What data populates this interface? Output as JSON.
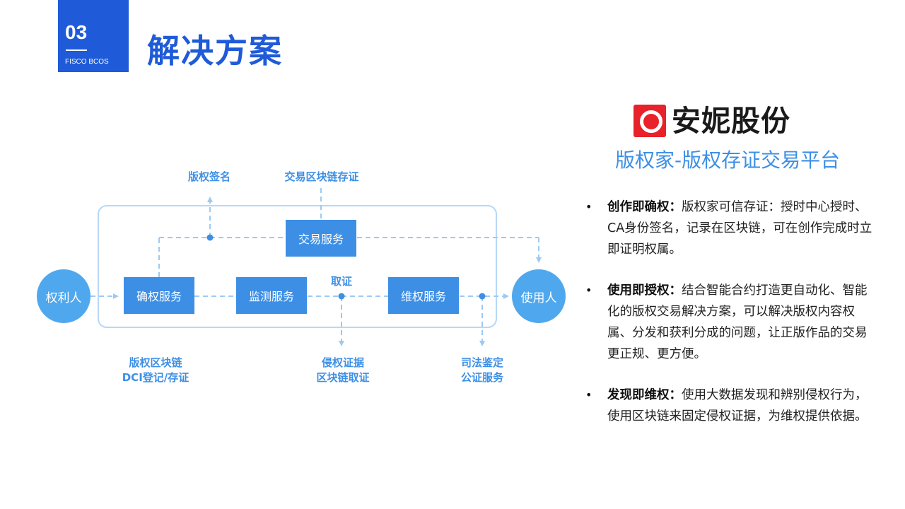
{
  "header": {
    "section_number": "03",
    "section_sub": "FISCO BCOS",
    "title": "解决方案"
  },
  "diagram": {
    "top_labels": {
      "signature": "版权签名",
      "tx_chain": "交易区块链存证"
    },
    "boxes": {
      "tx_service": "交易服务",
      "confirm_service": "确权服务",
      "monitor_service": "监测服务",
      "rights_service": "维权服务"
    },
    "nodes": {
      "owner": "权利人",
      "user": "使用人"
    },
    "mid_label": "取证",
    "bottom_labels": {
      "copyright_chain": [
        "版权区块链",
        "DCI登记/存证"
      ],
      "infringe_evidence": [
        "侵权证据",
        "区块链取证"
      ],
      "judicial": [
        "司法鉴定",
        "公证服务"
      ]
    }
  },
  "brand": {
    "logo_text": "安妮股份",
    "subtitle": "版权家-版权存证交易平台"
  },
  "bullets": [
    {
      "head": "创作即确权：",
      "body": "版权家可信存证：授时中心授时、CA身份签名，记录在区块链，可在创作完成时立即证明权属。"
    },
    {
      "head": "使用即授权：",
      "body": "结合智能合约打造更自动化、智能化的版权交易解决方案，可以解决版权内容权属、分发和获利分成的问题，让正版作品的交易更正规、更方便。"
    },
    {
      "head": "发现即维权：",
      "body": "使用大数据发现和辨别侵权行为，使用区块链来固定侵权证据，为维权提供依据。"
    }
  ],
  "colors": {
    "accent": "#1f5bd8",
    "diagram_blue": "#3d8fe6",
    "node_blue": "#4fa8ee",
    "line": "#9ccaf3",
    "logo_red": "#e8212a"
  }
}
